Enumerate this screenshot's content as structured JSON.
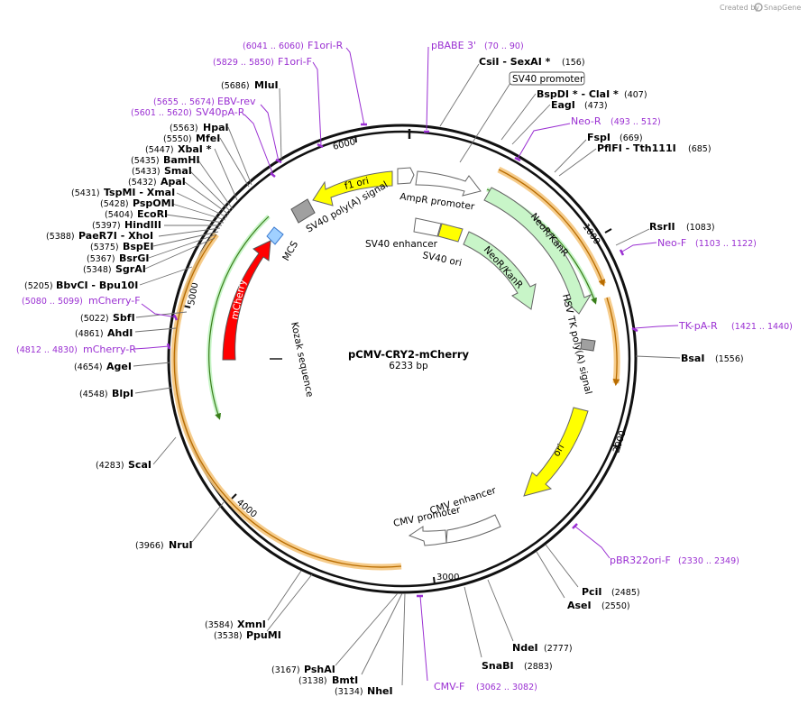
{
  "credit": {
    "created_by": "Created by",
    "brand": "SnapGene"
  },
  "plasmid": {
    "name": "pCMV-CRY2-mCherry",
    "size": "6233 bp"
  },
  "colors": {
    "backbone": "#000000",
    "primer": "#9a2fd2",
    "yellow_feature": "#ffff00",
    "green_feature": "#c8f5c8",
    "red_feature": "#ff0000",
    "orange_band": "#f5c77e",
    "white_feature": "#ffffff"
  },
  "ticks": [
    "1000",
    "2000",
    "3000",
    "4000",
    "5000",
    "6000"
  ],
  "enzymes": [
    {
      "name": "CsiI  -  SexAI *",
      "pos": "(156)"
    },
    {
      "name": "BspDI *  -  ClaI *",
      "pos": "(407)"
    },
    {
      "name": "EagI",
      "pos": "(473)"
    },
    {
      "name": "FspI",
      "pos": "(669)"
    },
    {
      "name": "PflFI  -  Tth111I",
      "pos": "(685)"
    },
    {
      "name": "RsrII",
      "pos": "(1083)"
    },
    {
      "name": "BsaI",
      "pos": "(1556)"
    },
    {
      "name": "PciI",
      "pos": "(2485)"
    },
    {
      "name": "AseI",
      "pos": "(2550)"
    },
    {
      "name": "NdeI",
      "pos": "(2777)"
    },
    {
      "name": "SnaBI",
      "pos": "(2883)"
    },
    {
      "name": "NheI",
      "pos": "(3134)"
    },
    {
      "name": "BmtI",
      "pos": "(3138)"
    },
    {
      "name": "PshAI",
      "pos": "(3167)"
    },
    {
      "name": "PpuMI",
      "pos": "(3538)"
    },
    {
      "name": "XmnI",
      "pos": "(3584)"
    },
    {
      "name": "NruI",
      "pos": "(3966)"
    },
    {
      "name": "ScaI",
      "pos": "(4283)"
    },
    {
      "name": "BlpI",
      "pos": "(4548)"
    },
    {
      "name": "AgeI",
      "pos": "(4654)"
    },
    {
      "name": "AhdI",
      "pos": "(4861)"
    },
    {
      "name": "SbfI",
      "pos": "(5022)"
    },
    {
      "name": "BbvCI  -  Bpu10I",
      "pos": "(5205)"
    },
    {
      "name": "SgrAI",
      "pos": "(5348)"
    },
    {
      "name": "BsrGI",
      "pos": "(5367)"
    },
    {
      "name": "BspEI",
      "pos": "(5375)"
    },
    {
      "name": "PaeR7I  -  XhoI",
      "pos": "(5388)"
    },
    {
      "name": "HindIII",
      "pos": "(5397)"
    },
    {
      "name": "EcoRI",
      "pos": "(5404)"
    },
    {
      "name": "PspOMI",
      "pos": "(5428)"
    },
    {
      "name": "TspMI  -  XmaI",
      "pos": "(5431)"
    },
    {
      "name": "ApaI",
      "pos": "(5432)"
    },
    {
      "name": "SmaI",
      "pos": "(5433)"
    },
    {
      "name": "BamHI",
      "pos": "(5435)"
    },
    {
      "name": "XbaI *",
      "pos": "(5447)"
    },
    {
      "name": "MfeI",
      "pos": "(5550)"
    },
    {
      "name": "HpaI",
      "pos": "(5563)"
    },
    {
      "name": "MluI",
      "pos": "(5686)"
    }
  ],
  "primers": [
    {
      "name": "pBABE 3'",
      "pos": "(70 .. 90)"
    },
    {
      "name": "Neo-R",
      "pos": "(493 .. 512)"
    },
    {
      "name": "Neo-F",
      "pos": "(1103 .. 1122)"
    },
    {
      "name": "TK-pA-R",
      "pos": "(1421 .. 1440)"
    },
    {
      "name": "pBR322ori-F",
      "pos": "(2330 .. 2349)"
    },
    {
      "name": "CMV-F",
      "pos": "(3062 .. 3082)"
    },
    {
      "name": "mCherry-R",
      "pos": "(4812 .. 4830)"
    },
    {
      "name": "mCherry-F",
      "pos": "(5080 .. 5099)"
    },
    {
      "name": "SV40pA-R",
      "pos": "(5601 .. 5620)"
    },
    {
      "name": "EBV-rev",
      "pos": "(5655 .. 5674)"
    },
    {
      "name": "F1ori-F",
      "pos": "(5829 .. 5850)"
    },
    {
      "name": "F1ori-R",
      "pos": "(6041 .. 6060)"
    }
  ],
  "features": [
    {
      "name": "SV40 promoter"
    },
    {
      "name": "AmpR promoter"
    },
    {
      "name": "f1 ori"
    },
    {
      "name": "SV40 poly(A) signal"
    },
    {
      "name": "NeoR/KanR"
    },
    {
      "name": "NeoR/KanR"
    },
    {
      "name": "SV40 enhancer"
    },
    {
      "name": "SV40 ori"
    },
    {
      "name": "HSV TK poly(A) signal"
    },
    {
      "name": "ori"
    },
    {
      "name": "CMV enhancer"
    },
    {
      "name": "CMV promoter"
    },
    {
      "name": "Kozak sequence"
    },
    {
      "name": "mCherry"
    },
    {
      "name": "MCS"
    }
  ]
}
